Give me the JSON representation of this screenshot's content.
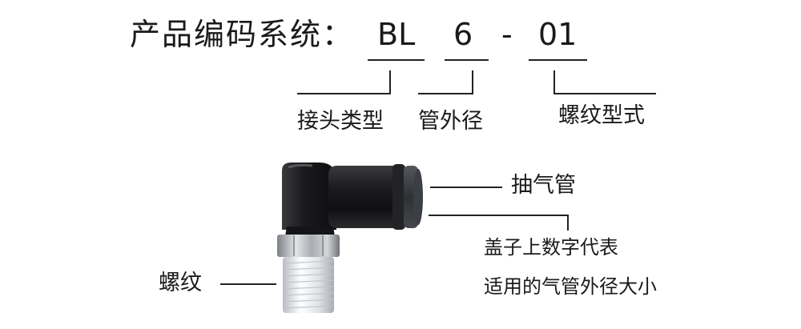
{
  "header": {
    "label": "产品编码系统：",
    "parts": [
      "BL",
      "6",
      "-",
      "01"
    ]
  },
  "segments": {
    "connector_type": "接头类型",
    "tube_od": "管外径",
    "thread_type": "螺纹型式"
  },
  "callouts": {
    "tube": "抽气管",
    "cap_line1": "盖子上数字代表",
    "cap_line2": "适用的气管外径大小",
    "thread": "螺纹"
  },
  "colors": {
    "text": "#1a1a1a",
    "line": "#222222",
    "body": "#1b1b1d",
    "metal": "#b9bcc0",
    "thread": "#e9ecef"
  },
  "icons": [
    "elbow-fitting-icon"
  ]
}
